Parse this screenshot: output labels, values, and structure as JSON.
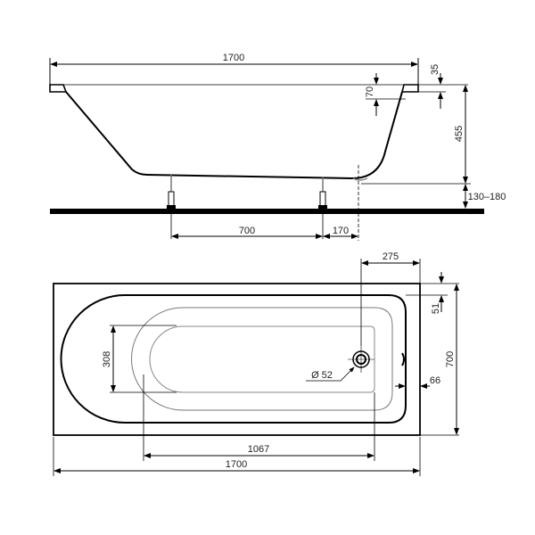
{
  "drawing": {
    "subject": "Bathtub technical drawing",
    "side_view": {
      "overall_length": "1700",
      "rim_thickness": "35",
      "overflow_offset": "70",
      "depth": "455",
      "leg_height_range": "130–180",
      "leg_spacing": "700",
      "leg_to_drain": "170"
    },
    "top_view": {
      "drain_from_end": "275",
      "rim_width": "51",
      "overall_width": "700",
      "drain_diameter": "Ø 52",
      "end_wall": "66",
      "inner_width": "308",
      "inner_length": "1067",
      "overall_length": "1700"
    },
    "colors": {
      "line": "#000000",
      "thin_line": "#555555",
      "floor": "#000000"
    }
  }
}
